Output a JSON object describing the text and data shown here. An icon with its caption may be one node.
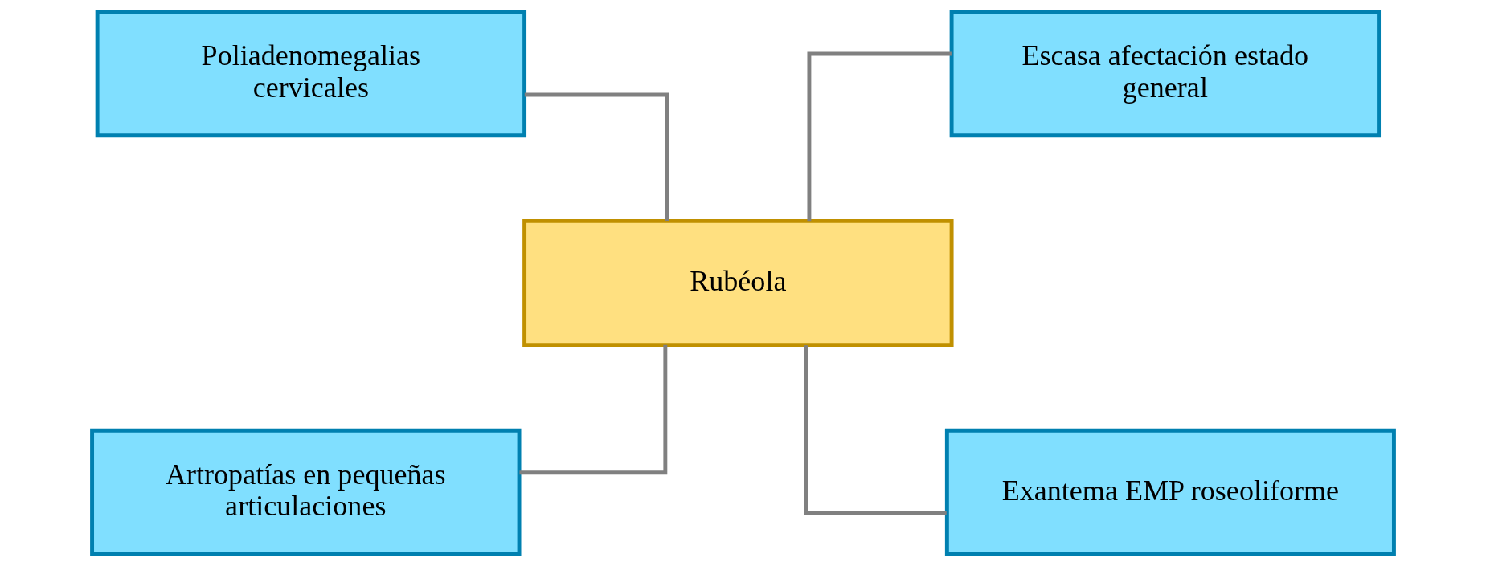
{
  "diagram": {
    "nodes": [
      {
        "text": [
          "Poliadenomegalias cervicales"
        ]
      },
      {
        "text": [
          "Escasa afectación estado general"
        ]
      },
      {
        "text": [
          "Rubéola"
        ]
      },
      {
        "text": [
          "Artropatías en pequeñas articulaciones"
        ]
      },
      {
        "text": [
          "Exantema EMP roseoliforme"
        ]
      }
    ],
    "edges": [
      {
        "from": 0,
        "to": 2,
        "arrow": "none"
      },
      {
        "from": 1,
        "to": 2,
        "arrow": "none"
      },
      {
        "from": 2,
        "to": 3,
        "arrow": "none"
      },
      {
        "from": 2,
        "to": 4,
        "arrow": "none"
      }
    ]
  }
}
